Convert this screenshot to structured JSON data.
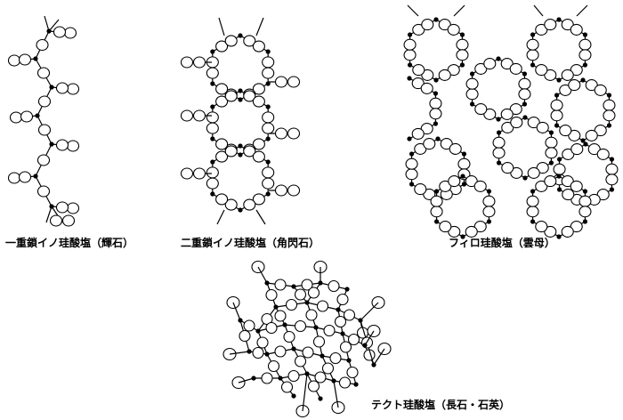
{
  "captions": {
    "single_chain": "一重鎖イノ珪酸塩（輝石）",
    "double_chain": "二重鎖イノ珪酸塩（角閃石）",
    "phyllo": "フィロ珪酸塩（雲母）",
    "tecto": "テクト珪酸塩（長石・石英）"
  },
  "colors": {
    "ink": "#000000",
    "background": "#ffffff"
  },
  "structures": [
    "single-chain-inosilicate",
    "double-chain-inosilicate",
    "phyllosilicate-sheet",
    "tectosilicate-framework"
  ]
}
